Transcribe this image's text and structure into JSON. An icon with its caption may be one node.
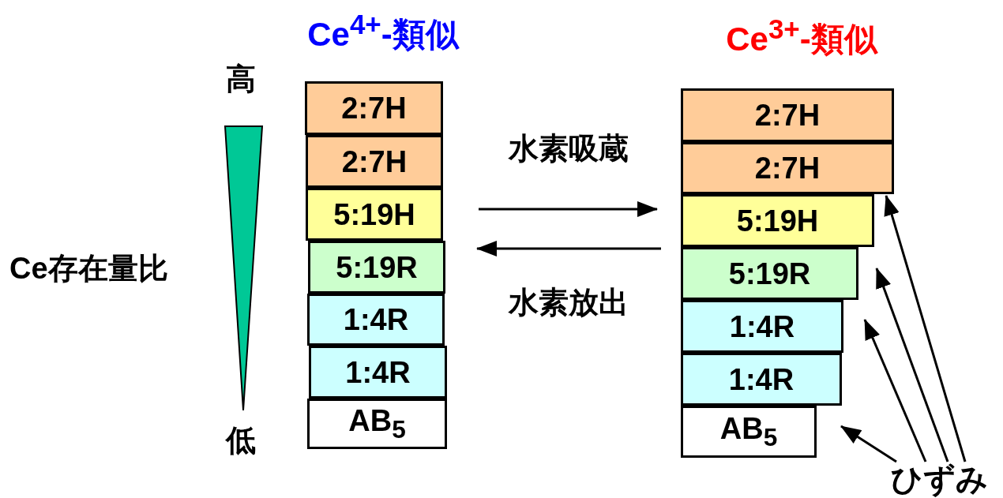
{
  "diagram": {
    "nodes": [
      {
        "text": [
          "2:7H"
        ]
      },
      {
        "text": [
          "2:7H"
        ]
      },
      {
        "text": [
          "5:19H"
        ]
      },
      {
        "text": [
          "5:19R"
        ]
      },
      {
        "text": [
          "1:4R"
        ]
      },
      {
        "text": [
          "1:4R"
        ]
      },
      {
        "text": [
          "AB$_{5}$"
        ]
      },
      {
        "text": [
          "2:7H"
        ]
      },
      {
        "text": [
          "2:7H"
        ]
      },
      {
        "text": [
          "5:19H"
        ]
      },
      {
        "text": [
          "5:19R"
        ]
      },
      {
        "text": [
          "1:4R"
        ]
      },
      {
        "text": [
          "1:4R"
        ]
      },
      {
        "text": [
          "AB$_{5}$"
        ]
      },
      {
        "text": [
          "ひずみ"
        ]
      },
      {
        "text": [],
        "shape": "triangle"
      }
    ],
    "edges": [
      {
        "from": 2,
        "to": 9,
        "arrow": "to",
        "label": "水素吸蔵"
      },
      {
        "from": 10,
        "to": 3,
        "arrow": "to",
        "label": "水素放出"
      },
      {
        "from": 14,
        "to": 12,
        "arrow": "to"
      },
      {
        "from": 14,
        "to": 11,
        "arrow": "to"
      },
      {
        "from": 14,
        "to": 10,
        "arrow": "to"
      },
      {
        "from": 14,
        "to": 9,
        "arrow": "to"
      }
    ],
    "labels": [
      "Ce$^{4+}$-類似",
      "Ce$^{3+}$-類似",
      "高",
      "Ce存在量比",
      "低"
    ]
  }
}
